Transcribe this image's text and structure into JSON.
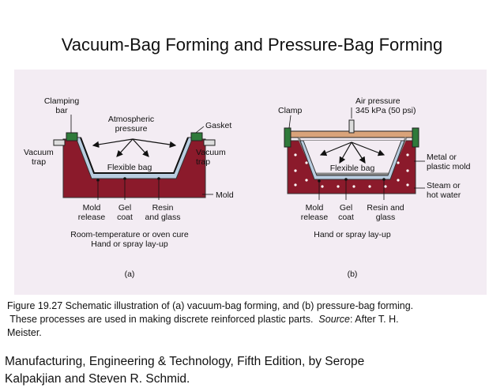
{
  "slide_title": "Vacuum-Bag Forming and Pressure-Bag Forming",
  "figure_a": {
    "clamping_bar_1": "Clamping",
    "clamping_bar_2": "bar",
    "atmospheric_1": "Atmospheric",
    "atmospheric_2": "pressure",
    "gasket": "Gasket",
    "vacuum_trap_left_1": "Vacuum",
    "vacuum_trap_left_2": "trap",
    "vacuum_trap_right_1": "Vacuum",
    "vacuum_trap_right_2": "trap",
    "flexible_bag": "Flexible bag",
    "mold": "Mold",
    "mold_release_1": "Mold",
    "mold_release_2": "release",
    "gel_coat_1": "Gel",
    "gel_coat_2": "coat",
    "resin_1": "Resin",
    "resin_2": "and glass",
    "cure_1": "Room-temperature or oven cure",
    "cure_2": "Hand or spray lay-up",
    "label": "(a)"
  },
  "figure_b": {
    "clamp": "Clamp",
    "air_pressure_1": "Air pressure",
    "air_pressure_2": "345 kPa (50 psi)",
    "flexible_bag": "Flexible bag",
    "metal_mold_1": "Metal or",
    "metal_mold_2": "plastic mold",
    "steam_1": "Steam or",
    "steam_2": "hot water",
    "mold_release_1": "Mold",
    "mold_release_2": "release",
    "gel_coat_1": "Gel",
    "gel_coat_2": "coat",
    "resin_1": "Resin and",
    "resin_2": "glass",
    "layup": "Hand or spray lay-up",
    "label": "(b)"
  },
  "caption": {
    "line1": "Figure 19.27  Schematic illustration of (a) vacuum-bag forming, and (b) pressure-bag forming.",
    "line2_a": " These processes are used in making discrete reinforced plastic parts.  ",
    "line2_source": "Source",
    "line2_b": ":  After T. H.",
    "line3": "Meister."
  },
  "footer": {
    "line1": "Manufacturing, Engineering & Technology, Fifth Edition, by Serope",
    "line2": "Kalpakjian and Steven R. Schmid."
  },
  "colors": {
    "mold": "#8b1a2b",
    "bag": "#b9cde0",
    "clamp": "#2f7a3a",
    "panel": "#f3ecf3"
  }
}
